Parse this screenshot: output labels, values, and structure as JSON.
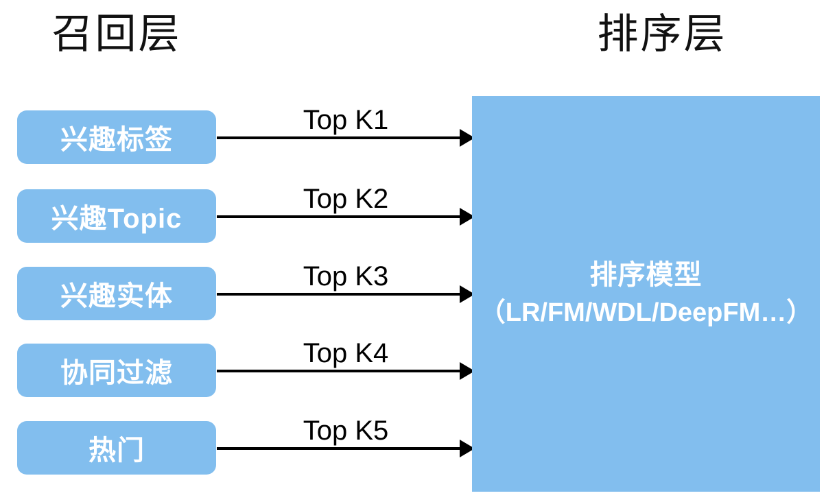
{
  "diagram": {
    "recall_layer": {
      "title": "召回层",
      "boxes": [
        {
          "label": "兴趣标签",
          "arrow_label": "Top K1"
        },
        {
          "label": "兴趣Topic",
          "arrow_label": "Top K2"
        },
        {
          "label": "兴趣实体",
          "arrow_label": "Top K3"
        },
        {
          "label": "协同过滤",
          "arrow_label": "Top K4"
        },
        {
          "label": "热门",
          "arrow_label": "Top K5"
        }
      ]
    },
    "ranking_layer": {
      "title": "排序层",
      "model_box": {
        "title": "排序模型",
        "subtitle": "（LR/FM/WDL/DeepFM…）"
      }
    },
    "colors": {
      "box_fill": "#82BEEE",
      "box_text": "#FFFFFF",
      "arrow_and_text": "#000000",
      "background": "#FFFFFF"
    }
  }
}
